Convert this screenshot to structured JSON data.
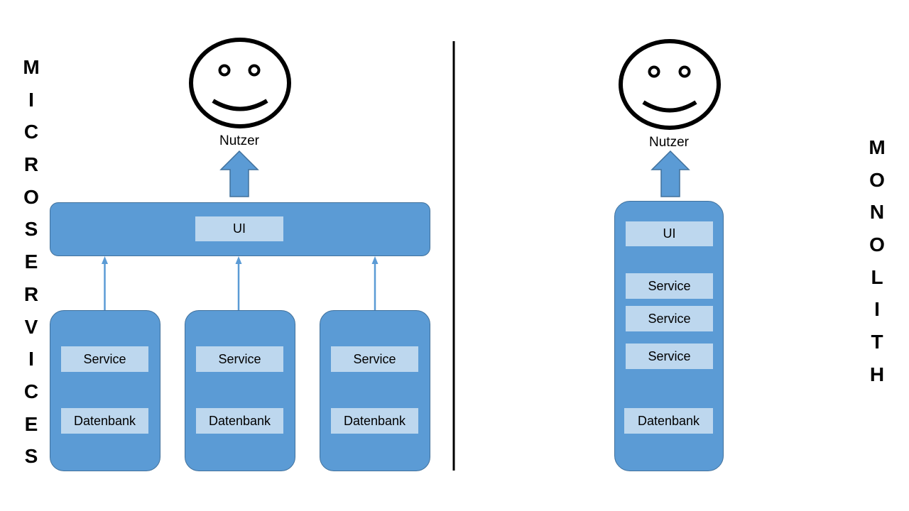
{
  "microservices": {
    "heading_letters": [
      "M",
      "I",
      "C",
      "R",
      "O",
      "S",
      "E",
      "R",
      "V",
      "I",
      "C",
      "E",
      "S"
    ],
    "user_label": "Nutzer",
    "ui_label": "UI",
    "services": [
      {
        "service_label": "Service",
        "db_label": "Datenbank"
      },
      {
        "service_label": "Service",
        "db_label": "Datenbank"
      },
      {
        "service_label": "Service",
        "db_label": "Datenbank"
      }
    ]
  },
  "monolith": {
    "heading_letters": [
      "M",
      "O",
      "N",
      "O",
      "L",
      "I",
      "T",
      "H"
    ],
    "user_label": "Nutzer",
    "ui_label": "UI",
    "service_labels": [
      "Service",
      "Service",
      "Service"
    ],
    "db_label": "Datenbank"
  },
  "colors": {
    "panel_fill": "#5b9bd5",
    "panel_border": "#41719c",
    "box_fill": "#bdd7ee",
    "divider": "#000000"
  },
  "icons": [
    "smiley-face-icon",
    "up-arrow-icon"
  ]
}
